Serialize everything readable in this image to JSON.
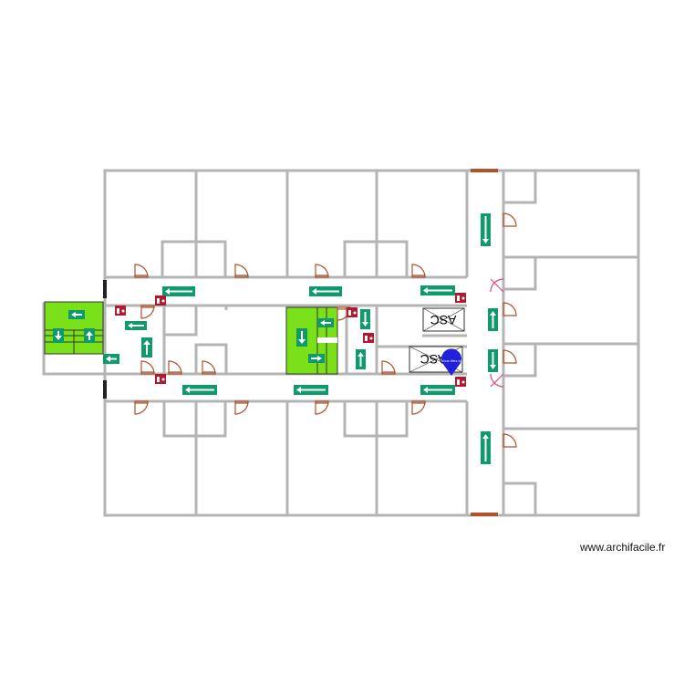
{
  "watermark": "www.archifacile.fr",
  "elevators": [
    {
      "label": "ASC"
    },
    {
      "label": "ASC"
    }
  ],
  "you_are_here": {
    "label": "Vous êtes ici",
    "color": "#2222dd"
  },
  "colors": {
    "stair": "#7ae01a",
    "exit_sign": "#0f9a6a",
    "fire_equipment": "#b3192e",
    "door": "#b0522a",
    "wall": "#b4b4b4"
  },
  "icons": [
    "exit-arrow-sign-icon",
    "fire-extinguisher-icon",
    "door-swing-icon",
    "stair-icon",
    "elevator-icon",
    "you-are-here-marker-icon"
  ]
}
